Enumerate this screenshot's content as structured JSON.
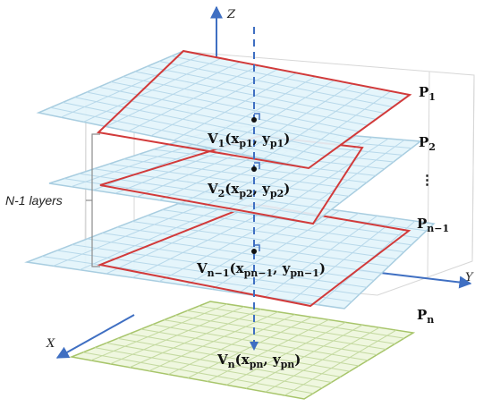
{
  "axes": {
    "z": "Z",
    "y": "Y",
    "x": "X"
  },
  "side_label": "N-1 layers",
  "ellipsis": "⋮",
  "layers": [
    {
      "P": "P",
      "P_sub": "1",
      "V": "V",
      "V_sub": "1",
      "x": "x",
      "x_sub": "p1",
      "y": "y",
      "y_sub": "p1"
    },
    {
      "P": "P",
      "P_sub": "2",
      "V": "V",
      "V_sub": "2",
      "x": "x",
      "x_sub": "p2",
      "y": "y",
      "y_sub": "p2"
    },
    {
      "P": "P",
      "P_sub": "n−1",
      "V": "V",
      "V_sub": "n−1",
      "x": "x",
      "x_sub": "pn−1",
      "y": "y",
      "y_sub": "pn−1"
    },
    {
      "P": "P",
      "P_sub": "n",
      "V": "V",
      "V_sub": "n",
      "x": "x",
      "x_sub": "pn",
      "y": "y",
      "y_sub": "pn"
    }
  ],
  "colors": {
    "layer_fill": "#e3f4fb",
    "layer_grid": "#b7d8ea",
    "bottom_fill": "#eef6dc",
    "bottom_border": "#a7c56a",
    "region_border": "#d23a3a",
    "axis": "#3f6fc2",
    "bracket": "#8c8c8c",
    "frame": "#d7d7d7"
  }
}
